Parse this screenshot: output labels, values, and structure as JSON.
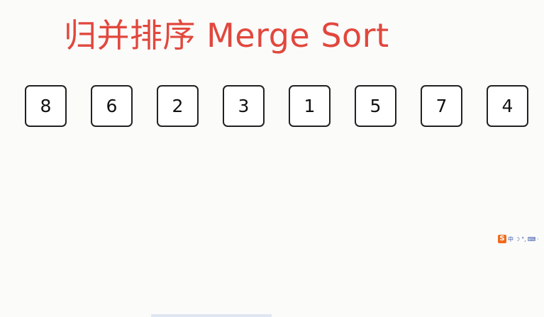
{
  "title": "归并排序 Merge Sort",
  "array": [
    "8",
    "6",
    "2",
    "3",
    "1",
    "5",
    "7",
    "4"
  ],
  "ime_toolbar": {
    "logo": "S",
    "icons": [
      "中",
      "☽",
      "°,",
      "⌨",
      "·"
    ]
  },
  "colors": {
    "title": "#e2473d",
    "background": "#fbfbfa",
    "cell_border": "#222222"
  }
}
